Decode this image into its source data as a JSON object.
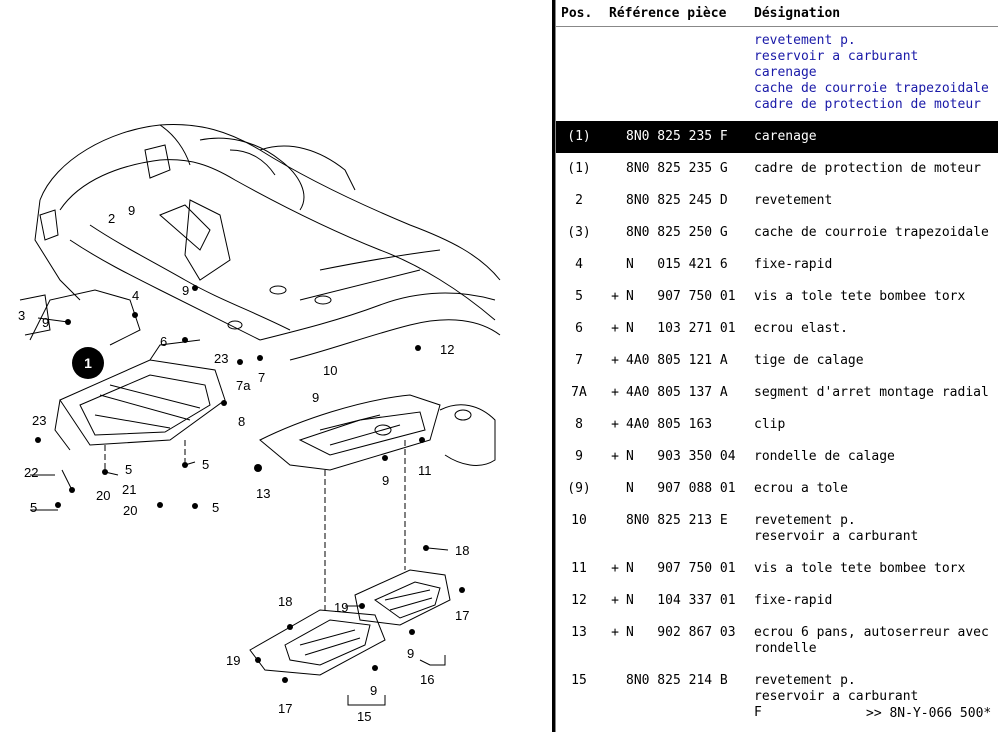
{
  "header": {
    "pos": "Pos.",
    "reference": "Référence pièce",
    "designation": "Désignation"
  },
  "intro_lines": [
    "revetement p.",
    "reservoir a carburant",
    "carenage",
    "cache de courroie trapezoidale",
    "cadre de protection de moteur"
  ],
  "rows": [
    {
      "pos": "(1)",
      "flag": "",
      "ref": "8N0 825 235 F",
      "des": "carenage",
      "selected": true
    },
    {
      "pos": "(1)",
      "flag": "",
      "ref": "8N0 825 235 G",
      "des": "cadre de protection de moteur"
    },
    {
      "pos": "2",
      "flag": "",
      "ref": "8N0 825 245 D",
      "des": "revetement"
    },
    {
      "pos": "(3)",
      "flag": "",
      "ref": "8N0 825 250 G",
      "des": "cache de courroie trapezoidale"
    },
    {
      "pos": "4",
      "flag": "",
      "ref": "N   015 421 6",
      "des": "fixe-rapid"
    },
    {
      "pos": "5",
      "flag": "+",
      "ref": "N   907 750 01",
      "des": "vis a tole tete bombee torx"
    },
    {
      "pos": "6",
      "flag": "+",
      "ref": "N   103 271 01",
      "des": "ecrou elast."
    },
    {
      "pos": "7",
      "flag": "+",
      "ref": "4A0 805 121 A",
      "des": "tige de calage"
    },
    {
      "pos": "7A",
      "flag": "+",
      "ref": "4A0 805 137 A",
      "des": "segment d'arret montage radial"
    },
    {
      "pos": "8",
      "flag": "+",
      "ref": "4A0 805 163",
      "des": "clip"
    },
    {
      "pos": "9",
      "flag": "+",
      "ref": "N   903 350 04",
      "des": "rondelle de calage"
    },
    {
      "pos": "(9)",
      "flag": "",
      "ref": "N   907 088 01",
      "des": "ecrou a tole"
    },
    {
      "pos": "10",
      "flag": "",
      "ref": "8N0 825 213 E",
      "des": "revetement p.",
      "des2": "reservoir a carburant"
    },
    {
      "pos": "11",
      "flag": "+",
      "ref": "N   907 750 01",
      "des": "vis a tole tete bombee torx"
    },
    {
      "pos": "12",
      "flag": "+",
      "ref": "N   104 337 01",
      "des": "fixe-rapid"
    },
    {
      "pos": "13",
      "flag": "+",
      "ref": "N   902 867 03",
      "des": "ecrou 6 pans, autoserreur avec",
      "des2": "rondelle"
    },
    {
      "pos": "15",
      "flag": "",
      "ref": "8N0 825 214 B",
      "des": "revetement p.",
      "des2": "reservoir a carburant",
      "des3": "F"
    }
  ],
  "more_link": ">> 8N-Y-066 500*",
  "diagram": {
    "callout_number": "1",
    "labels": [
      "2",
      "9",
      "9",
      "4",
      "3",
      "9",
      "6",
      "23",
      "7a",
      "7",
      "10",
      "9",
      "12",
      "23",
      "8",
      "22",
      "5",
      "5",
      "21",
      "20",
      "20",
      "5",
      "5",
      "13",
      "9",
      "11",
      "18",
      "19",
      "9",
      "17",
      "18",
      "19",
      "9",
      "17",
      "16",
      "15"
    ]
  }
}
